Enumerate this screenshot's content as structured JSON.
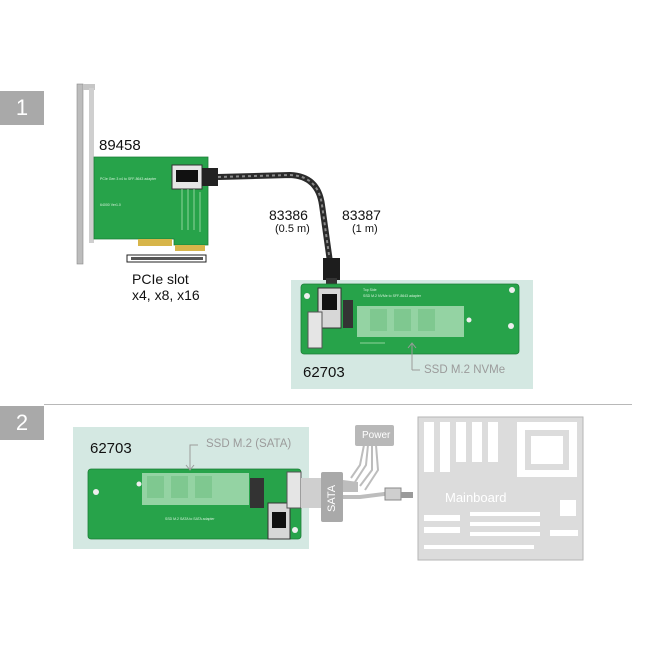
{
  "step1": {
    "number": "1"
  },
  "step2": {
    "number": "2"
  },
  "card_pcie": {
    "part": "89458",
    "slot_text": "PCIe slot",
    "slot_sizes": "x4, x8, x16"
  },
  "cables": [
    {
      "part": "83386",
      "length": "(0.5 m)"
    },
    {
      "part": "83387",
      "length": "(1 m)"
    }
  ],
  "adapter_nvme": {
    "part": "62703",
    "ssd_label": "SSD M.2 NVMe"
  },
  "adapter_sata": {
    "part": "62703",
    "ssd_label": "SSD M.2 (SATA)"
  },
  "power_label": "Power",
  "sata_label": "SATA",
  "mainboard_label": "Mainboard",
  "colors": {
    "pcb": "#27a34a",
    "panel": "#d4e8e2",
    "badge": "#a9a9a9",
    "mainboard": "#d9d9d9"
  }
}
